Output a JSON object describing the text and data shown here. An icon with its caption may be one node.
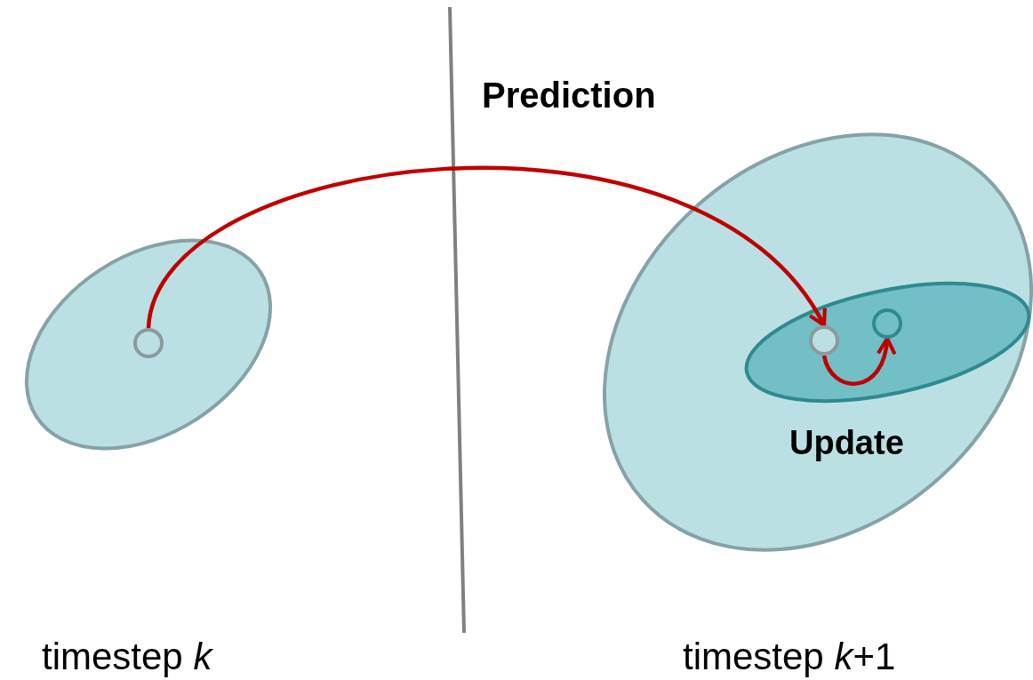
{
  "diagram": {
    "nodes": [
      {
        "text": [],
        "shape": "ellipse"
      },
      {
        "text": [],
        "shape": "circle",
        "in": 0
      },
      {
        "text": [],
        "shape": "ellipse"
      },
      {
        "text": [],
        "shape": "ellipse",
        "in": 2
      },
      {
        "text": [],
        "shape": "circle",
        "in": 3
      },
      {
        "text": [],
        "shape": "circle",
        "in": 3
      }
    ],
    "edges": [
      {
        "from": 1,
        "to": 4,
        "arrow": "to",
        "label": "Prediction"
      },
      {
        "from": 4,
        "to": 5,
        "arrow": "to",
        "label": "Update"
      }
    ],
    "labels": [
      "timestep *k*",
      "timestep *k*+1"
    ]
  }
}
